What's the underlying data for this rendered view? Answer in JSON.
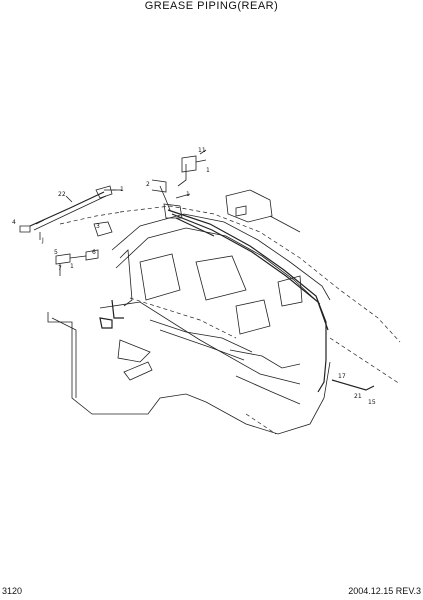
{
  "header": {
    "title": "GREASE PIPING(REAR)"
  },
  "footer": {
    "page_code": "3120",
    "revision": "2004.12.15  REV.3"
  },
  "callouts": {
    "c1": "11",
    "c2": "1",
    "c3": "2",
    "c4": "1",
    "c5": "22",
    "c6": "4",
    "c7": "J",
    "c8": "3",
    "c9": "5",
    "c10": "6",
    "c11": "7",
    "c12": "17",
    "c13": "21",
    "c14": "15"
  }
}
